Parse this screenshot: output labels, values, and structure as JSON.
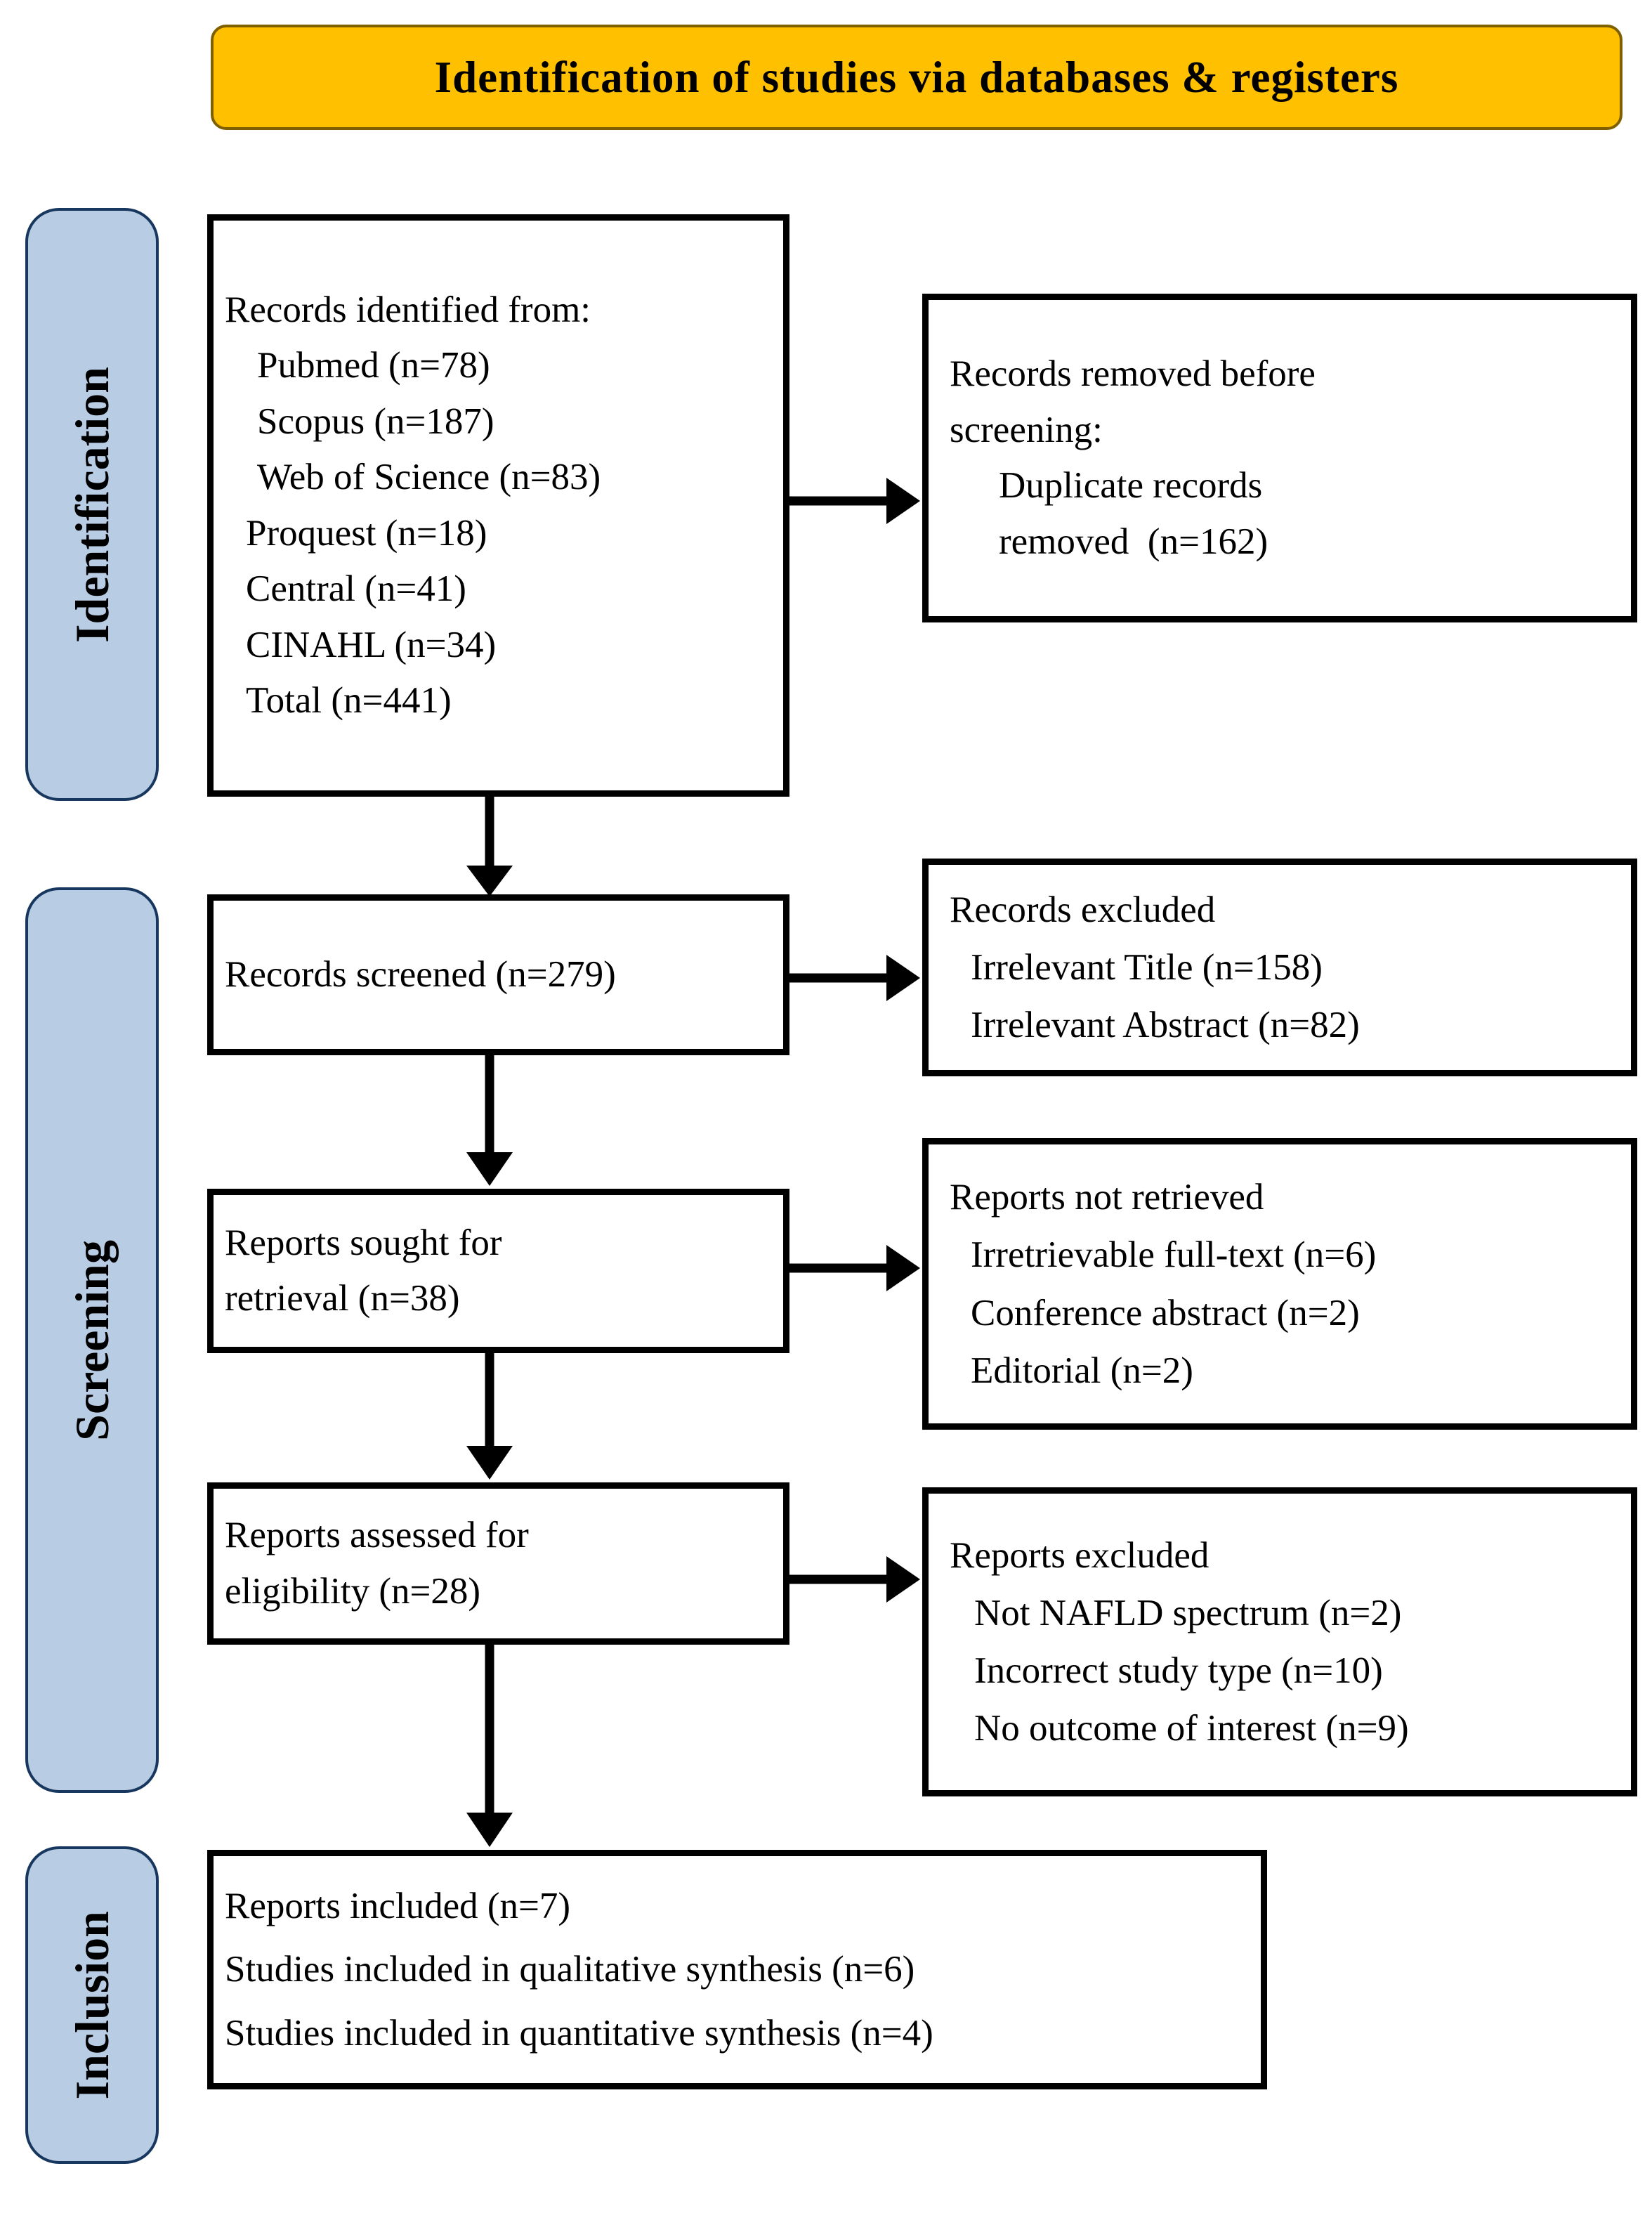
{
  "header": {
    "title": "Identification of studies via databases & registers"
  },
  "sidebar": {
    "identification": "Identification",
    "screening": "Screening",
    "inclusion": "Inclusion"
  },
  "boxes": {
    "identified": {
      "title": "Records identified from:",
      "items": [
        "Pubmed (n=78)",
        "Scopus (n=187)",
        "Web of Science (n=83)",
        "Proquest (n=18)",
        "Central (n=41)",
        "CINAHL (n=34)",
        "Total (n=441)"
      ]
    },
    "removed_before_screening": {
      "title": "Records removed before screening:",
      "items": [
        "Duplicate records removed  (n=162)"
      ]
    },
    "screened": {
      "title": "Records screened (n=279)"
    },
    "records_excluded": {
      "title": "Records excluded",
      "items": [
        "Irrelevant Title (n=158)",
        "Irrelevant Abstract (n=82)"
      ]
    },
    "sought": {
      "title": "Reports sought for retrieval (n=38)"
    },
    "not_retrieved": {
      "title": "Reports not retrieved",
      "items": [
        "Irretrievable full-text (n=6)",
        "Conference abstract (n=2)",
        "Editorial (n=2)"
      ]
    },
    "assessed": {
      "title": "Reports assessed for eligibility (n=28)"
    },
    "reports_excluded": {
      "title": "Reports excluded",
      "items": [
        "Not NAFLD spectrum (n=2)",
        "Incorrect study type (n=10)",
        "No outcome of interest (n=9)"
      ]
    },
    "included": {
      "lines": [
        "Reports included (n=7)",
        "Studies included in qualitative synthesis (n=6)",
        "Studies included in quantitative synthesis (n=4)"
      ]
    }
  },
  "colors": {
    "header_bg": "#FFC000",
    "header_border": "#7F6000",
    "stage_bg": "#B8CCE4",
    "stage_border": "#17375E",
    "box_border": "#000000",
    "arrow": "#000000"
  }
}
